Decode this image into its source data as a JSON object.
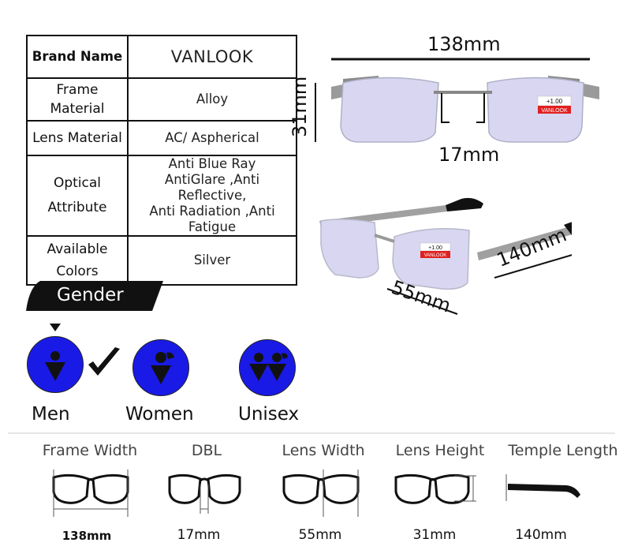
{
  "spec_table": {
    "rows": [
      {
        "label": "Brand Name",
        "value": "VANLOOK"
      },
      {
        "label_lines": [
          "Frame",
          "Material"
        ],
        "value": "Alloy"
      },
      {
        "label": "Lens Material",
        "value": "AC/ Aspherical"
      },
      {
        "label_lines": [
          "Optical",
          "Attribute"
        ],
        "value_lines": [
          "Anti Blue Ray",
          "AntiGlare ,Anti Reflective,",
          "Anti Radiation ,Anti Fatigue"
        ]
      },
      {
        "label_lines": [
          "Available",
          "Colors"
        ],
        "value": "Silver"
      }
    ]
  },
  "front_view": {
    "width": "138mm",
    "height": "31mm",
    "bridge": "17mm",
    "lens_sticker": {
      "power": "+1.00",
      "brand": "VANLOOK"
    }
  },
  "side_view": {
    "temple": "140mm",
    "lens": "55mm",
    "lens_sticker": {
      "power": "+1.00",
      "brand": "VANLOOK"
    }
  },
  "gender": {
    "title": "Gender",
    "options": [
      "Men",
      "Women",
      "Unisex"
    ]
  },
  "measures": {
    "titles": [
      "Frame Width",
      "DBL",
      "Lens Width",
      "Lens Height",
      "Temple Length"
    ],
    "values": [
      "138mm",
      "17mm",
      "55mm",
      "31mm",
      "140mm"
    ]
  },
  "colors": {
    "accent_blue": "#1a1ae6",
    "banner": "#111111",
    "sticker_red": "#e02020"
  }
}
